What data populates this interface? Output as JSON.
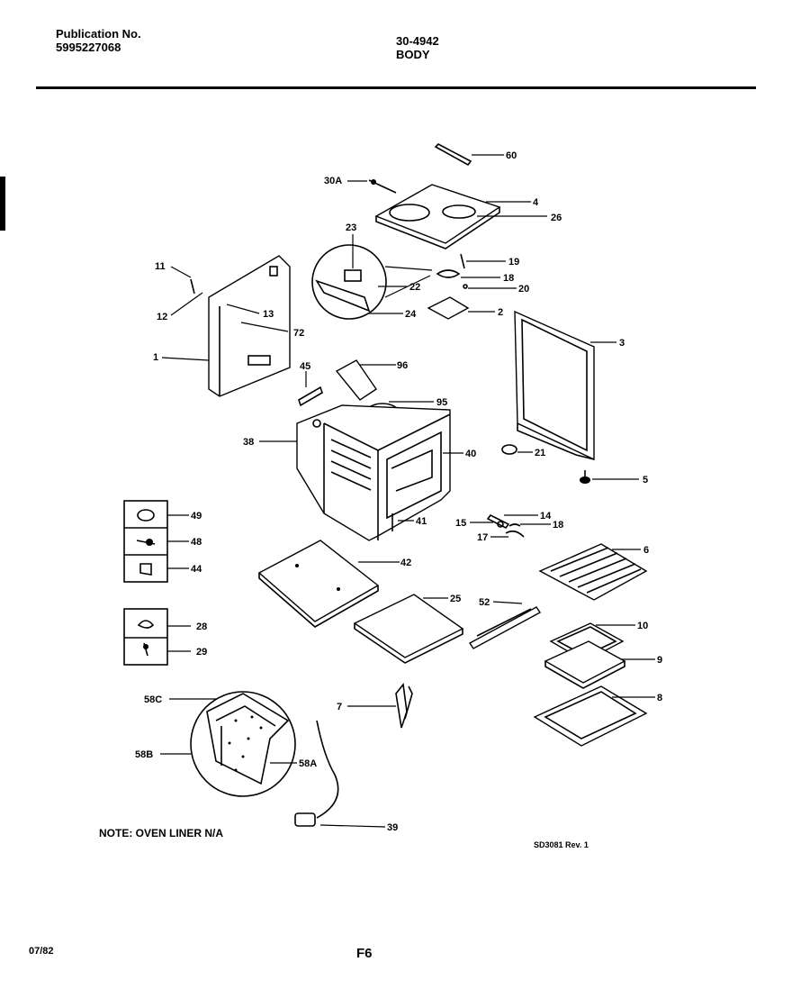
{
  "header": {
    "publication_label": "Publication No.",
    "publication_number": "5995227068",
    "section_code": "30-4942",
    "section_name": "BODY"
  },
  "parts": [
    {
      "id": "p60",
      "label": "60"
    },
    {
      "id": "p30A",
      "label": "30A"
    },
    {
      "id": "p4",
      "label": "4"
    },
    {
      "id": "p26",
      "label": "26"
    },
    {
      "id": "p23",
      "label": "23"
    },
    {
      "id": "p19",
      "label": "19"
    },
    {
      "id": "p18a",
      "label": "18"
    },
    {
      "id": "p20",
      "label": "20"
    },
    {
      "id": "p22",
      "label": "22"
    },
    {
      "id": "p24",
      "label": "24"
    },
    {
      "id": "p2",
      "label": "2"
    },
    {
      "id": "p11",
      "label": "11"
    },
    {
      "id": "p12",
      "label": "12"
    },
    {
      "id": "p13",
      "label": "13"
    },
    {
      "id": "p72",
      "label": "72"
    },
    {
      "id": "p1",
      "label": "1"
    },
    {
      "id": "p3",
      "label": "3"
    },
    {
      "id": "p45",
      "label": "45"
    },
    {
      "id": "p96",
      "label": "96"
    },
    {
      "id": "p95",
      "label": "95"
    },
    {
      "id": "p38",
      "label": "38"
    },
    {
      "id": "p40",
      "label": "40"
    },
    {
      "id": "p21",
      "label": "21"
    },
    {
      "id": "p5",
      "label": "5"
    },
    {
      "id": "p49",
      "label": "49"
    },
    {
      "id": "p48",
      "label": "48"
    },
    {
      "id": "p44",
      "label": "44"
    },
    {
      "id": "p41",
      "label": "41"
    },
    {
      "id": "p14",
      "label": "14"
    },
    {
      "id": "p15",
      "label": "15"
    },
    {
      "id": "p18b",
      "label": "18"
    },
    {
      "id": "p17",
      "label": "17"
    },
    {
      "id": "p42",
      "label": "42"
    },
    {
      "id": "p6",
      "label": "6"
    },
    {
      "id": "p25",
      "label": "25"
    },
    {
      "id": "p52",
      "label": "52"
    },
    {
      "id": "p28",
      "label": "28"
    },
    {
      "id": "p29",
      "label": "29"
    },
    {
      "id": "p10",
      "label": "10"
    },
    {
      "id": "p9",
      "label": "9"
    },
    {
      "id": "p58C",
      "label": "58C"
    },
    {
      "id": "p7",
      "label": "7"
    },
    {
      "id": "p8",
      "label": "8"
    },
    {
      "id": "p58B",
      "label": "58B"
    },
    {
      "id": "p58A",
      "label": "58A"
    },
    {
      "id": "p39",
      "label": "39"
    }
  ],
  "note": "NOTE: OVEN LINER N/A",
  "drawing_ref": "SD3081 Rev. 1",
  "footer": {
    "date": "07/82",
    "page": "F6"
  }
}
